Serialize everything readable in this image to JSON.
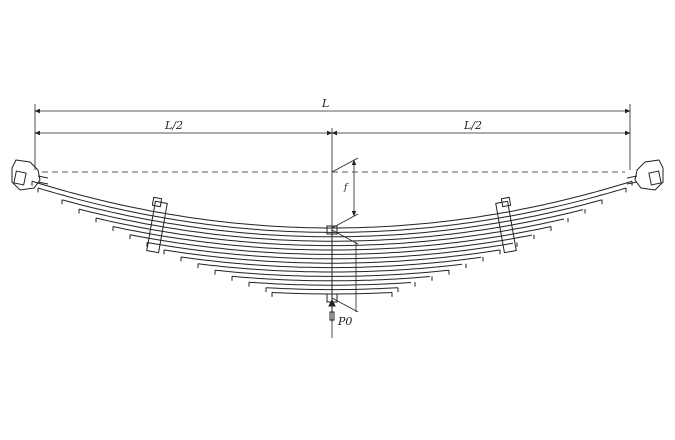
{
  "dimensions": {
    "overall_length": "L",
    "left_span": "L/2",
    "right_span": "L/2",
    "camber": "f",
    "load": "P0"
  },
  "leaf_count": 16,
  "line_color": "#222222"
}
